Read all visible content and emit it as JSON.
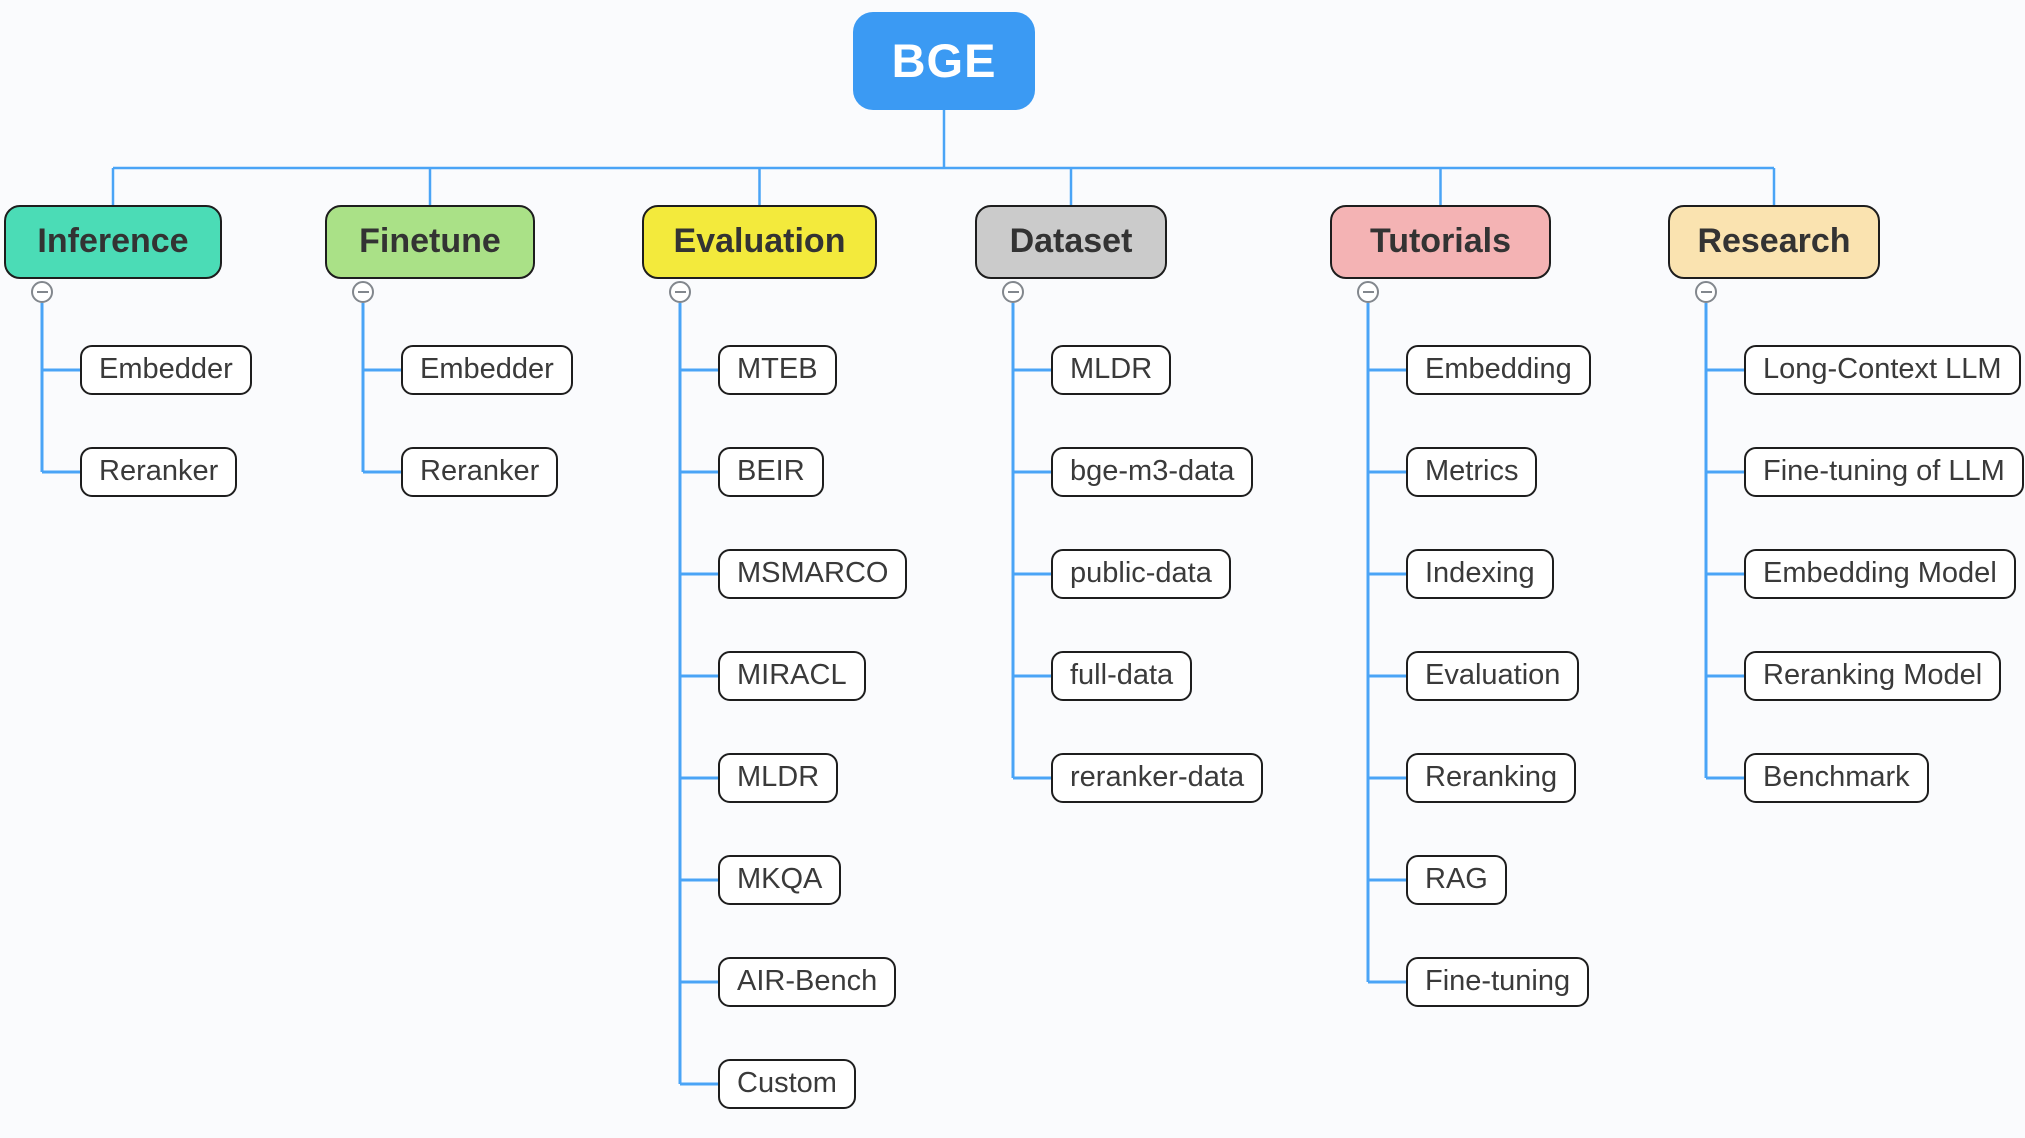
{
  "root": {
    "label": "BGE"
  },
  "colors": {
    "background": "#fafbfd",
    "connector": "#4aa4f6",
    "root": "#3b9af3",
    "node_border": "#1d1d1d",
    "child_background": "#ffffff",
    "icon_gray": "#82878d"
  },
  "ui": {
    "collapse_icon": "minus-icon"
  },
  "branches": [
    {
      "label": "Inference",
      "color": "#4bdcb6",
      "children": [
        "Embedder",
        "Reranker"
      ]
    },
    {
      "label": "Finetune",
      "color": "#aae187",
      "children": [
        "Embedder",
        "Reranker"
      ]
    },
    {
      "label": "Evaluation",
      "color": "#f3ea3c",
      "children": [
        "MTEB",
        "BEIR",
        "MSMARCO",
        "MIRACL",
        "MLDR",
        "MKQA",
        "AIR-Bench",
        "Custom"
      ]
    },
    {
      "label": "Dataset",
      "color": "#cbcbcb",
      "children": [
        "MLDR",
        "bge-m3-data",
        "public-data",
        "full-data",
        "reranker-data"
      ]
    },
    {
      "label": "Tutorials",
      "color": "#f4b3b4",
      "children": [
        "Embedding",
        "Metrics",
        "Indexing",
        "Evaluation",
        "Reranking",
        "RAG",
        "Fine-tuning"
      ]
    },
    {
      "label": "Research",
      "color": "#fae3b0",
      "children": [
        "Long-Context LLM",
        "Fine-tuning of LLM",
        "Embedding Model",
        "Reranking Model",
        "Benchmark"
      ]
    }
  ]
}
